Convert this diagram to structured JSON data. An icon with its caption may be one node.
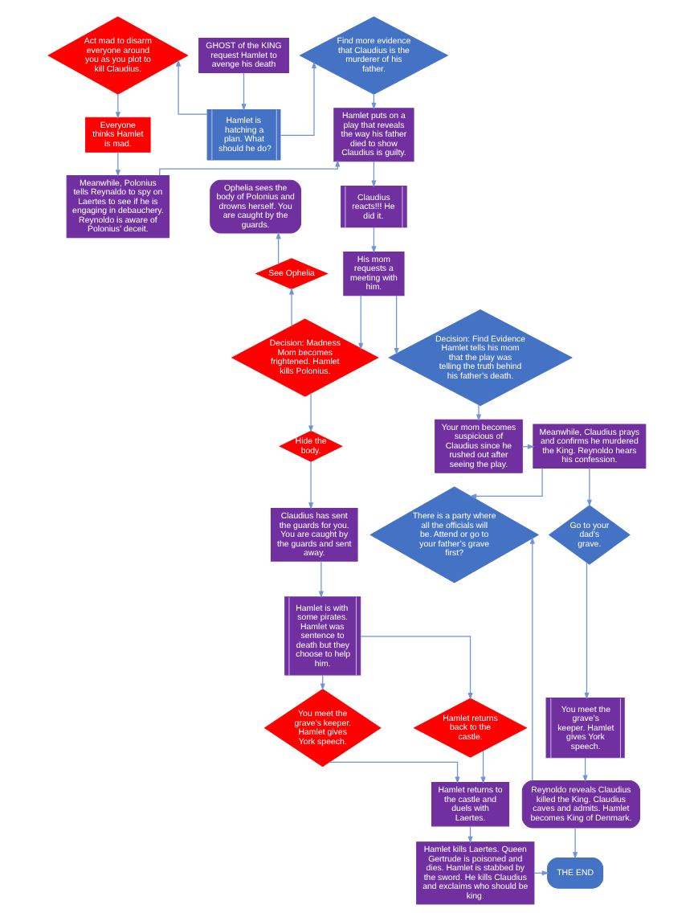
{
  "diagram": {
    "nodes": [
      {
        "text": [
          "GHOST of the KING request Hamlet to avenge his death"
        ]
      },
      {
        "text": [
          "Act mad to disarm everyone around you as you plot to kill Claudius."
        ]
      },
      {
        "text": [
          "Find more evidence that Claudius is the murderer of his father."
        ]
      },
      {
        "text": [
          "Hamlet is hatching a plan. What should he do?"
        ]
      },
      {
        "text": [
          "Everyone thinks Hamlet is mad."
        ]
      },
      {
        "text": [
          "Hamlet puts on a play that reveals the way his father died to show Claudius is guilty."
        ]
      },
      {
        "text": [
          "Meanwhile, Polonius tells Reynaldo to spy on Laertes to see if he is engaging in debauchery. Reynoldo is aware of Polonius’ deceit."
        ]
      },
      {
        "text": [
          "Claudius reacts!!! He did it."
        ]
      },
      {
        "text": [
          "Ophelia sees the body of Polonius and drowns herself. You are caught by the guards."
        ]
      },
      {
        "text": [
          "See Ophelia"
        ]
      },
      {
        "text": [
          "Decision: Madness Mom becomes frightened. Hamlet kills Polonius."
        ]
      },
      {
        "text": [
          "Hide the body."
        ]
      },
      {
        "text": [
          "His mom requests a meeting with him."
        ]
      },
      {
        "text": [
          "Claudius has sent the guards for you. You are caught by the guards and sent away."
        ]
      },
      {
        "text": [
          "Decision: Find Evidence Hamlet tells his mom that the play was telling the truth behind his father’s death."
        ]
      },
      {
        "text": [
          "Hamlet is with some pirates. Hamlet was sentence to death but they choose to help him."
        ]
      },
      {
        "text": [
          "Your mom becomes suspicious of Claudius since he rushed out after seeing the play."
        ]
      },
      {
        "text": [
          "Meanwhile, Claudius prays and confirms he murdered the King. Reynoldo hears his confession."
        ]
      },
      {
        "text": [
          "Hamlet returns back to the castle."
        ]
      },
      {
        "text": [
          "You meet the grave’s keeper. Hamlet gives York speech."
        ]
      },
      {
        "text": [
          "Go to your dad’s grave."
        ]
      },
      {
        "text": [
          "There is a party where all the officials will be. Attend or go to your father’s grave first?"
        ]
      },
      {
        "text": [
          "Hamlet returns to the castle and duels with Laertes."
        ]
      },
      {
        "text": [
          "You meet the grave’s keeper. Hamlet gives York speech."
        ]
      },
      {
        "text": [
          "Hamlet kills Laertes. Queen Gertrude is poisoned and dies. Hamlet is stabbed by the sword. He kills Claudius and exclaims who should be king."
        ]
      },
      {
        "text": [
          "THE END"
        ]
      },
      {
        "text": [
          "Reynoldo reveals Claudius killed the King. Claudius caves and admits. Hamlet becomes King of Denmark."
        ]
      }
    ],
    "edges": [
      {
        "from": 0,
        "to": 3,
        "arrow": "to"
      },
      {
        "from": 3,
        "to": 1,
        "arrow": "to"
      },
      {
        "from": 3,
        "to": 2,
        "arrow": "to"
      },
      {
        "from": 1,
        "to": 4,
        "arrow": "to"
      },
      {
        "from": 2,
        "to": 5,
        "arrow": "to"
      },
      {
        "from": 4,
        "to": 6,
        "arrow": "to"
      },
      {
        "from": 6,
        "to": 5,
        "arrow": "to"
      },
      {
        "from": 5,
        "to": 7,
        "arrow": "to"
      },
      {
        "from": 7,
        "to": 12,
        "arrow": "to"
      },
      {
        "from": 12,
        "to": 10,
        "arrow": "to"
      },
      {
        "from": 10,
        "to": 9,
        "arrow": "to"
      },
      {
        "from": 10,
        "to": 11,
        "arrow": "to"
      },
      {
        "from": 9,
        "to": 8,
        "arrow": "to"
      },
      {
        "from": 11,
        "to": 13,
        "arrow": "to"
      },
      {
        "from": 12,
        "to": 14,
        "arrow": "to"
      },
      {
        "from": 14,
        "to": 16,
        "arrow": "to"
      },
      {
        "from": 16,
        "to": 17,
        "arrow": "to"
      },
      {
        "from": 13,
        "to": 15,
        "arrow": "to"
      },
      {
        "from": 17,
        "to": 20,
        "arrow": "to"
      },
      {
        "from": 17,
        "to": 21,
        "arrow": "to"
      },
      {
        "from": 15,
        "to": 18,
        "arrow": "to"
      },
      {
        "from": 15,
        "to": 19,
        "arrow": "to"
      },
      {
        "from": 20,
        "to": 23,
        "arrow": "to"
      },
      {
        "from": 18,
        "to": 22,
        "arrow": "to"
      },
      {
        "from": 19,
        "to": 22,
        "arrow": "to"
      },
      {
        "from": 23,
        "to": 26,
        "arrow": "to"
      },
      {
        "from": 26,
        "to": 21,
        "arrow": "to"
      },
      {
        "from": 22,
        "to": 24,
        "arrow": "to"
      },
      {
        "from": 24,
        "to": 25,
        "arrow": "to"
      },
      {
        "from": 26,
        "to": 25,
        "arrow": "to"
      }
    ]
  }
}
